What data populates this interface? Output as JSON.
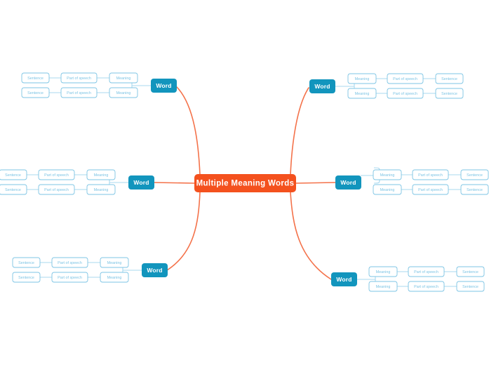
{
  "diagram": {
    "type": "mind-map",
    "title": "Multiple Meaning Words",
    "background": "#ffffff",
    "colors": {
      "center_fill": "#f4511e",
      "center_text": "#ffffff",
      "word_fill": "#1295bd",
      "word_text": "#ffffff",
      "leaf_fill": "#ffffff",
      "leaf_border": "#7cc4e4",
      "leaf_text": "#7cc4e4",
      "trunk_connector": "#f4724a",
      "branch_connector": "#a8d8ef"
    },
    "center": {
      "label": "Multiple Meaning Words"
    },
    "branches": [
      {
        "id": "top-left",
        "side": "left",
        "word_label": "Word",
        "rows": [
          {
            "id": "top-left-row-1",
            "cells": [
              "Sentence",
              "Part of speech",
              "Meaning"
            ]
          },
          {
            "id": "top-left-row-2",
            "cells": [
              "Sentence",
              "Part of speech",
              "Meaning"
            ]
          }
        ]
      },
      {
        "id": "mid-left",
        "side": "left",
        "word_label": "Word",
        "rows": [
          {
            "id": "mid-left-row-1",
            "cells": [
              "Sentence",
              "Part of speech",
              "Meaning"
            ]
          },
          {
            "id": "mid-left-row-2",
            "cells": [
              "Sentence",
              "Part of speech",
              "Meaning"
            ]
          }
        ]
      },
      {
        "id": "bottom-left",
        "side": "left",
        "word_label": "Word",
        "rows": [
          {
            "id": "bottom-left-row-1",
            "cells": [
              "Sentence",
              "Part of speech",
              "Meaning"
            ]
          },
          {
            "id": "bottom-left-row-2",
            "cells": [
              "Sentence",
              "Part of speech",
              "Meaning"
            ]
          }
        ]
      },
      {
        "id": "top-right",
        "side": "right",
        "word_label": "Word",
        "rows": [
          {
            "id": "top-right-row-1",
            "cells": [
              "Meaning",
              "Part of speech",
              "Sentence"
            ]
          },
          {
            "id": "top-right-row-2",
            "cells": [
              "Meaning",
              "Part of speech",
              "Sentence"
            ]
          }
        ]
      },
      {
        "id": "mid-right",
        "side": "right",
        "word_label": "Word",
        "rows": [
          {
            "id": "mid-right-row-1",
            "cells": [
              "Meaning",
              "Part of speech",
              "Sentence"
            ]
          },
          {
            "id": "mid-right-row-2",
            "cells": [
              "Meaning",
              "Part of speech",
              "Sentence"
            ]
          }
        ]
      },
      {
        "id": "bottom-right",
        "side": "right",
        "word_label": "Word",
        "rows": [
          {
            "id": "bottom-right-row-1",
            "cells": [
              "Meaning",
              "Part of speech",
              "Sentence"
            ]
          },
          {
            "id": "bottom-right-row-2",
            "cells": [
              "Meaning",
              "Part of speech",
              "Sentence"
            ]
          }
        ]
      }
    ]
  }
}
